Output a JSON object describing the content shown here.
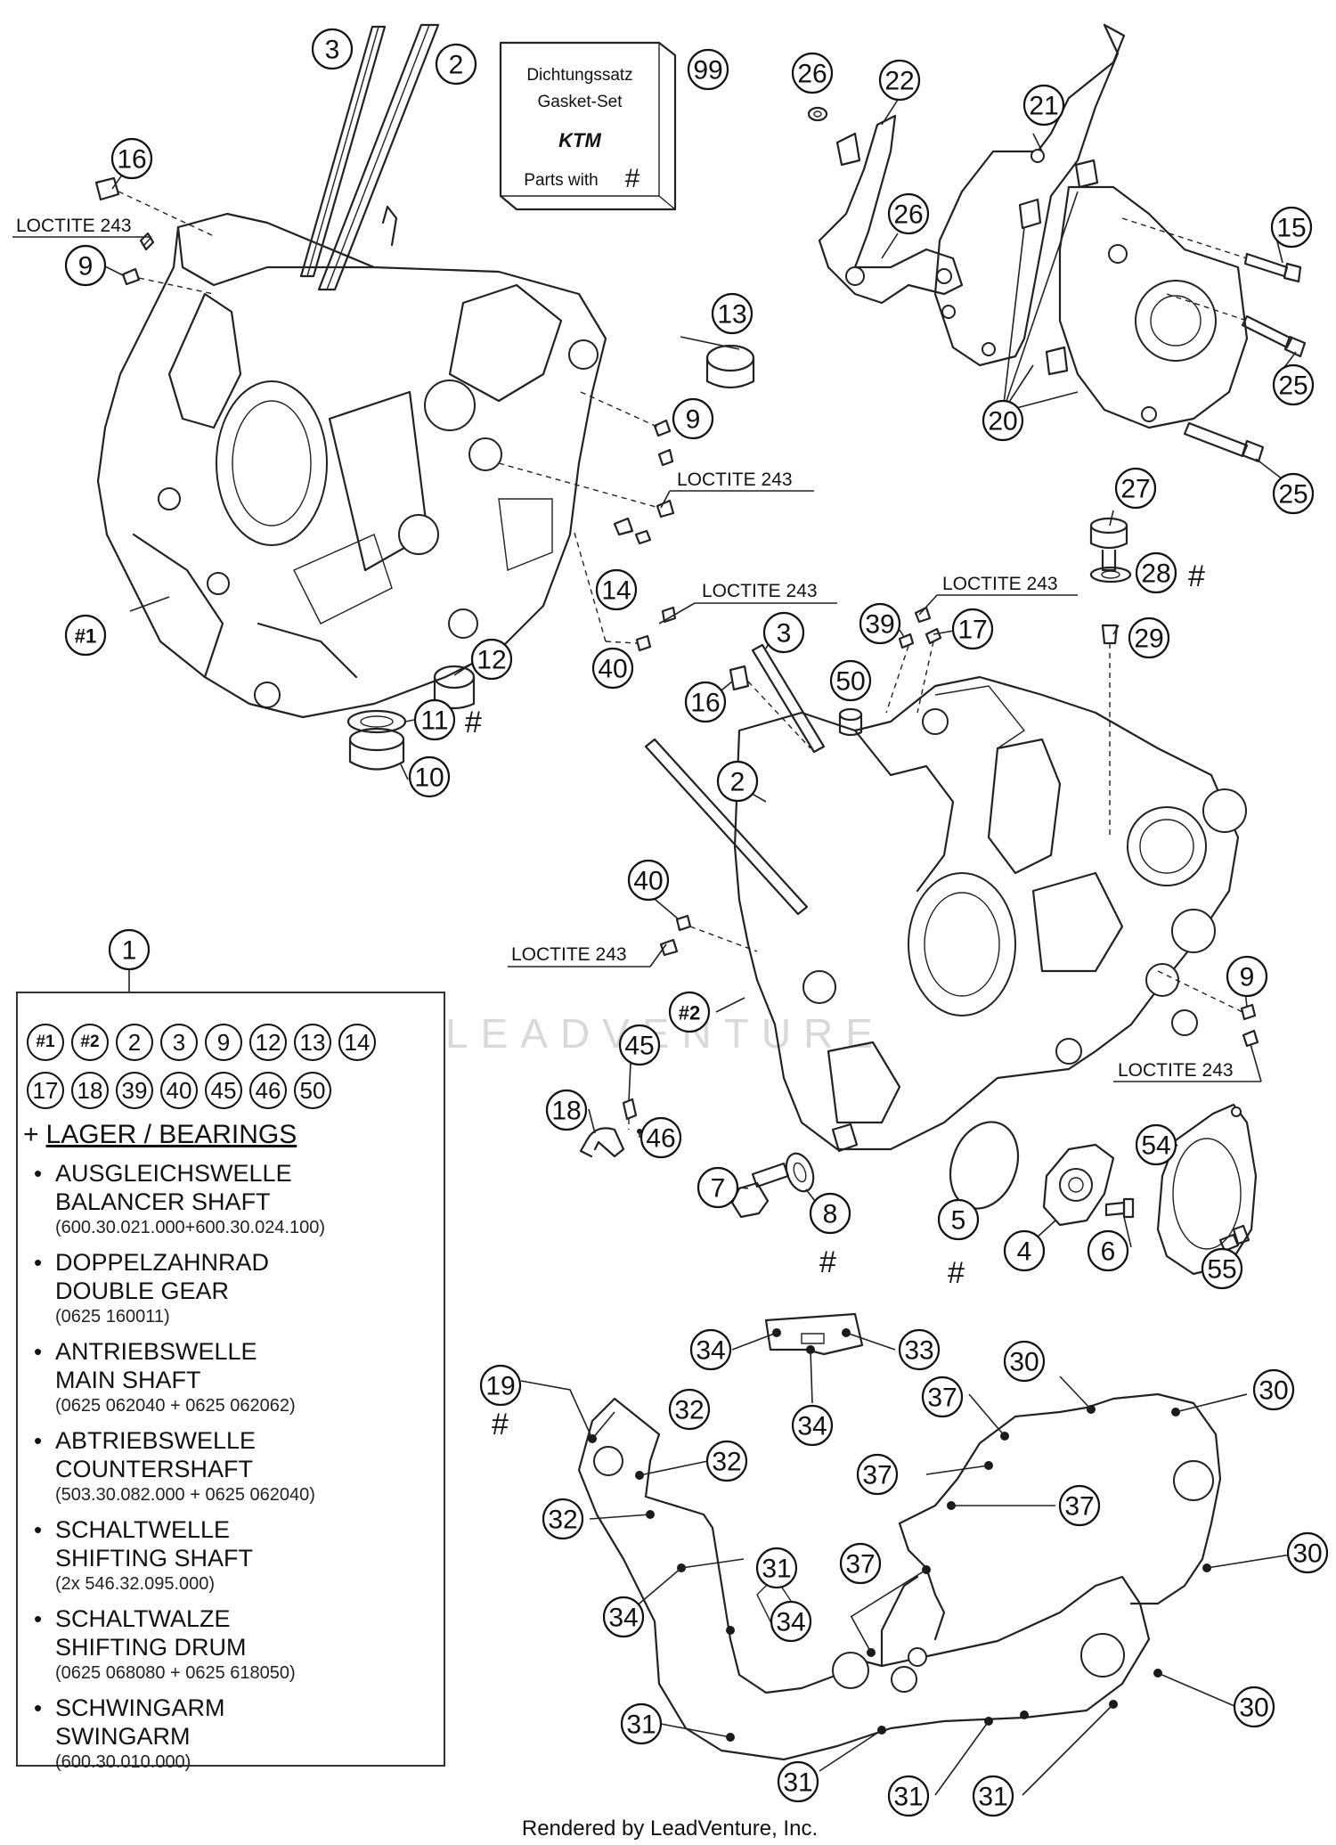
{
  "diagram": {
    "callouts": [
      {
        "id": "c3a",
        "label": "3"
      },
      {
        "id": "c2a",
        "label": "2"
      },
      {
        "id": "c99",
        "label": "99"
      },
      {
        "id": "c26a",
        "label": "26"
      },
      {
        "id": "c22",
        "label": "22"
      },
      {
        "id": "c21",
        "label": "21"
      },
      {
        "id": "c16a",
        "label": "16"
      },
      {
        "id": "c9a",
        "label": "9"
      },
      {
        "id": "c26b",
        "label": "26"
      },
      {
        "id": "c15",
        "label": "15"
      },
      {
        "id": "c13",
        "label": "13"
      },
      {
        "id": "c25a",
        "label": "25"
      },
      {
        "id": "c20",
        "label": "20"
      },
      {
        "id": "c9b",
        "label": "9"
      },
      {
        "id": "c25b",
        "label": "25"
      },
      {
        "id": "c27",
        "label": "27"
      },
      {
        "id": "c28",
        "label": "28"
      },
      {
        "id": "c14",
        "label": "14"
      },
      {
        "id": "c39",
        "label": "39"
      },
      {
        "id": "c17",
        "label": "17"
      },
      {
        "id": "c29",
        "label": "29"
      },
      {
        "id": "c1h",
        "label": "#1"
      },
      {
        "id": "c40a",
        "label": "40"
      },
      {
        "id": "c3b",
        "label": "3"
      },
      {
        "id": "c12",
        "label": "12"
      },
      {
        "id": "c50",
        "label": "50"
      },
      {
        "id": "c16b",
        "label": "16"
      },
      {
        "id": "c11",
        "label": "11"
      },
      {
        "id": "c10",
        "label": "10"
      },
      {
        "id": "c2b",
        "label": "2"
      },
      {
        "id": "c40b",
        "label": "40"
      },
      {
        "id": "c1",
        "label": "1"
      },
      {
        "id": "c9c",
        "label": "9"
      },
      {
        "id": "c2h",
        "label": "#2"
      },
      {
        "id": "c45",
        "label": "45"
      },
      {
        "id": "c18",
        "label": "18"
      },
      {
        "id": "c46",
        "label": "46"
      },
      {
        "id": "c54",
        "label": "54"
      },
      {
        "id": "c7",
        "label": "7"
      },
      {
        "id": "c8",
        "label": "8"
      },
      {
        "id": "c5",
        "label": "5"
      },
      {
        "id": "c4",
        "label": "4"
      },
      {
        "id": "c6",
        "label": "6"
      },
      {
        "id": "c55",
        "label": "55"
      },
      {
        "id": "c34a",
        "label": "34"
      },
      {
        "id": "c33",
        "label": "33"
      },
      {
        "id": "c30a",
        "label": "30"
      },
      {
        "id": "c30b",
        "label": "30"
      },
      {
        "id": "c19",
        "label": "19"
      },
      {
        "id": "c32a",
        "label": "32"
      },
      {
        "id": "c37a",
        "label": "37"
      },
      {
        "id": "c34b",
        "label": "34"
      },
      {
        "id": "c32b",
        "label": "32"
      },
      {
        "id": "c37b",
        "label": "37"
      },
      {
        "id": "c37c",
        "label": "37"
      },
      {
        "id": "c32c",
        "label": "32"
      },
      {
        "id": "c30c",
        "label": "30"
      },
      {
        "id": "c31a",
        "label": "31"
      },
      {
        "id": "c37d",
        "label": "37"
      },
      {
        "id": "c34c",
        "label": "34"
      },
      {
        "id": "c34d",
        "label": "34"
      },
      {
        "id": "c30d",
        "label": "30"
      },
      {
        "id": "c31b",
        "label": "31"
      },
      {
        "id": "c31c",
        "label": "31"
      },
      {
        "id": "c31d",
        "label": "31"
      },
      {
        "id": "c31e",
        "label": "31"
      }
    ],
    "loctite_notes": [
      "LOCTITE 243",
      "LOCTITE 243",
      "LOCTITE 243",
      "LOCTITE 243",
      "LOCTITE 243",
      "LOCTITE 243"
    ],
    "hash_mark": "#",
    "gasket_set": {
      "line1": "Dichtungssatz",
      "line2": "Gasket-Set",
      "logo": "KTM",
      "line3": "Parts with",
      "hash": "#"
    },
    "watermark": "LEADVENTURE",
    "footer": "Rendered by LeadVenture, Inc."
  },
  "kit": {
    "includes_row1": [
      "#1",
      "#2",
      "2",
      "3",
      "9",
      "12",
      "13",
      "14"
    ],
    "includes_row2": [
      "17",
      "18",
      "39",
      "40",
      "45",
      "46",
      "50"
    ],
    "heading_plus": "+",
    "heading": "LAGER / BEARINGS",
    "bullet": "•",
    "items": [
      {
        "de": "AUSGLEICHSWELLE",
        "en": "BALANCER SHAFT",
        "pn": "(600.30.021.000+600.30.024.100)"
      },
      {
        "de": "DOPPELZAHNRAD",
        "en": "DOUBLE GEAR",
        "pn": "(0625 160011)"
      },
      {
        "de": "ANTRIEBSWELLE",
        "en": "MAIN SHAFT",
        "pn": "(0625 062040 + 0625 062062)"
      },
      {
        "de": "ABTRIEBSWELLE",
        "en": "COUNTERSHAFT",
        "pn": "(503.30.082.000 + 0625 062040)"
      },
      {
        "de": "SCHALTWELLE",
        "en": "SHIFTING SHAFT",
        "pn": "(2x 546.32.095.000)"
      },
      {
        "de": "SCHALTWALZE",
        "en": "SHIFTING DRUM",
        "pn": "(0625 068080 + 0625 618050)"
      },
      {
        "de": "SCHWINGARM",
        "en": "SWINGARM",
        "pn": "(600.30.010.000)"
      }
    ]
  }
}
